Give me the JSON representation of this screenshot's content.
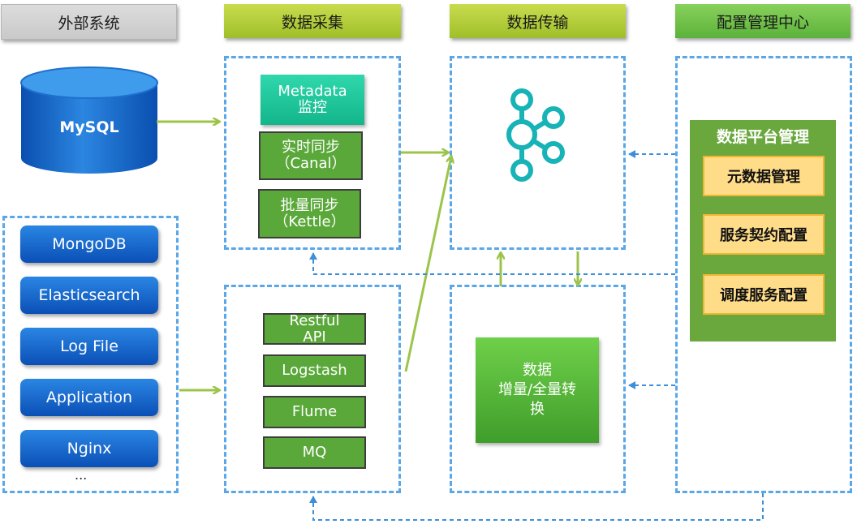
{
  "headers": {
    "external": "外部系统",
    "collect": "数据采集",
    "transfer": "数据传输",
    "config_center": "配置管理中心"
  },
  "external": {
    "mysql": "MySQL",
    "sources": [
      "MongoDB",
      "Elasticsearch",
      "Log File",
      "Application",
      "Nginx"
    ],
    "more": "..."
  },
  "collect": {
    "metadata": "Metadata\n监控",
    "realtime_sync": "实时同步\n（Canal）",
    "batch_sync": "批量同步\n（Kettle）",
    "restful": "Restful\nAPI",
    "logstash": "Logstash",
    "flume": "Flume",
    "mq": "MQ"
  },
  "transfer": {
    "transform": "数据\n增量/全量转\n换"
  },
  "platform": {
    "title": "数据平台管理",
    "items": [
      "元数据管理",
      "服务契约配置",
      "调度服务配置"
    ]
  },
  "colors": {
    "arrow_green": "#9cc44a",
    "dash_blue": "#5aa7e8",
    "kafka_teal": "#17b3b7"
  }
}
